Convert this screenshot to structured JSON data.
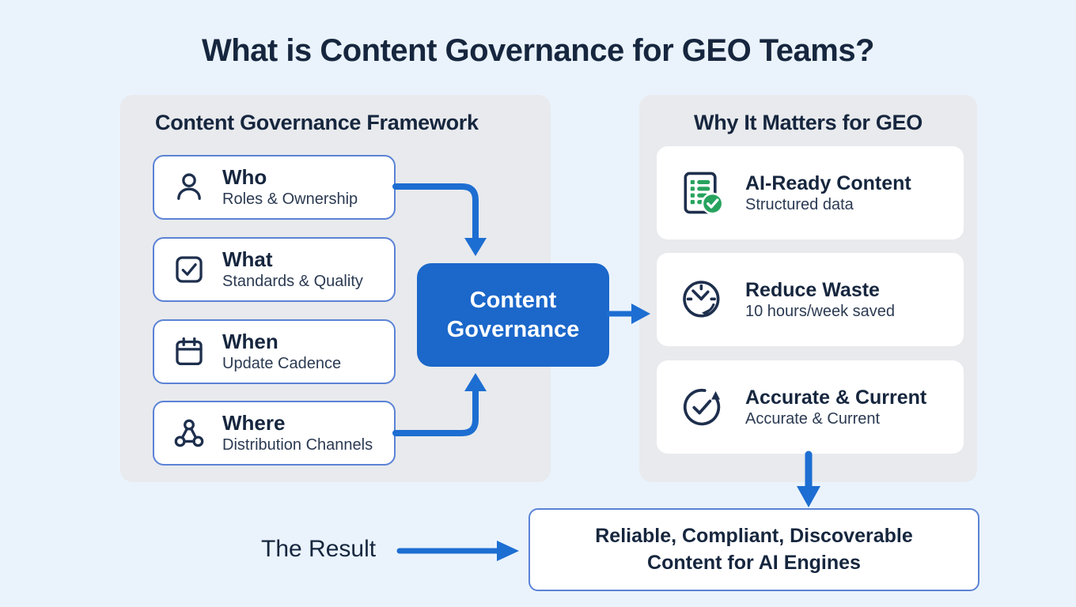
{
  "title": "What is Content Governance for GEO Teams?",
  "framework": {
    "header": "Content Governance Framework",
    "items": [
      {
        "title": "Who",
        "subtitle": "Roles & Ownership",
        "icon": "person-icon"
      },
      {
        "title": "What",
        "subtitle": "Standards & Quality",
        "icon": "checkbox-icon"
      },
      {
        "title": "When",
        "subtitle": "Update Cadence",
        "icon": "calendar-icon"
      },
      {
        "title": "Where",
        "subtitle": "Distribution Channels",
        "icon": "network-icon"
      }
    ]
  },
  "center": {
    "label": "Content Governance"
  },
  "benefits": {
    "header": "Why It Matters for GEO",
    "items": [
      {
        "title": "AI-Ready Content",
        "subtitle": "Structured data",
        "icon": "document-check-icon"
      },
      {
        "title": "Reduce Waste",
        "subtitle": "10 hours/week saved",
        "icon": "clock-history-icon"
      },
      {
        "title": "Accurate & Current",
        "subtitle": "Accurate & Current",
        "icon": "check-refresh-icon"
      }
    ]
  },
  "result": {
    "label": "The Result",
    "box_line1": "Reliable, Compliant, Discoverable",
    "box_line2": "Content for AI Engines"
  },
  "colors": {
    "page_bg": "#eaf3fc",
    "panel_gray": "#e8eaed",
    "accent_blue": "#1b67ca",
    "arrow_blue": "#1d6ed2",
    "border_blue": "#5b82d6",
    "text_navy": "#16263e",
    "badge_green": "#27a35e"
  }
}
